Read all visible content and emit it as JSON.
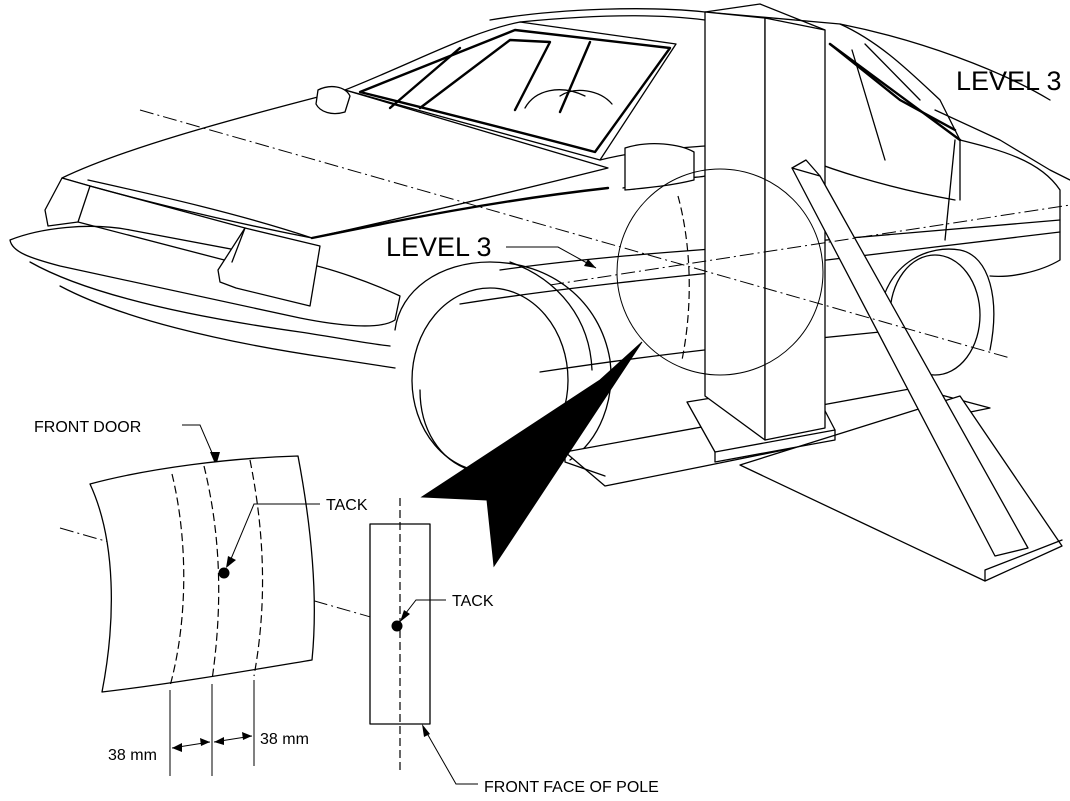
{
  "labels": {
    "level_upper": "LEVEL 3",
    "level_main": "LEVEL 3",
    "front_door": "FRONT DOOR",
    "tack_door": "TACK",
    "tack_pole": "TACK",
    "dim_left": "38 mm",
    "dim_right": "38 mm",
    "pole_face": "FRONT FACE OF POLE"
  }
}
